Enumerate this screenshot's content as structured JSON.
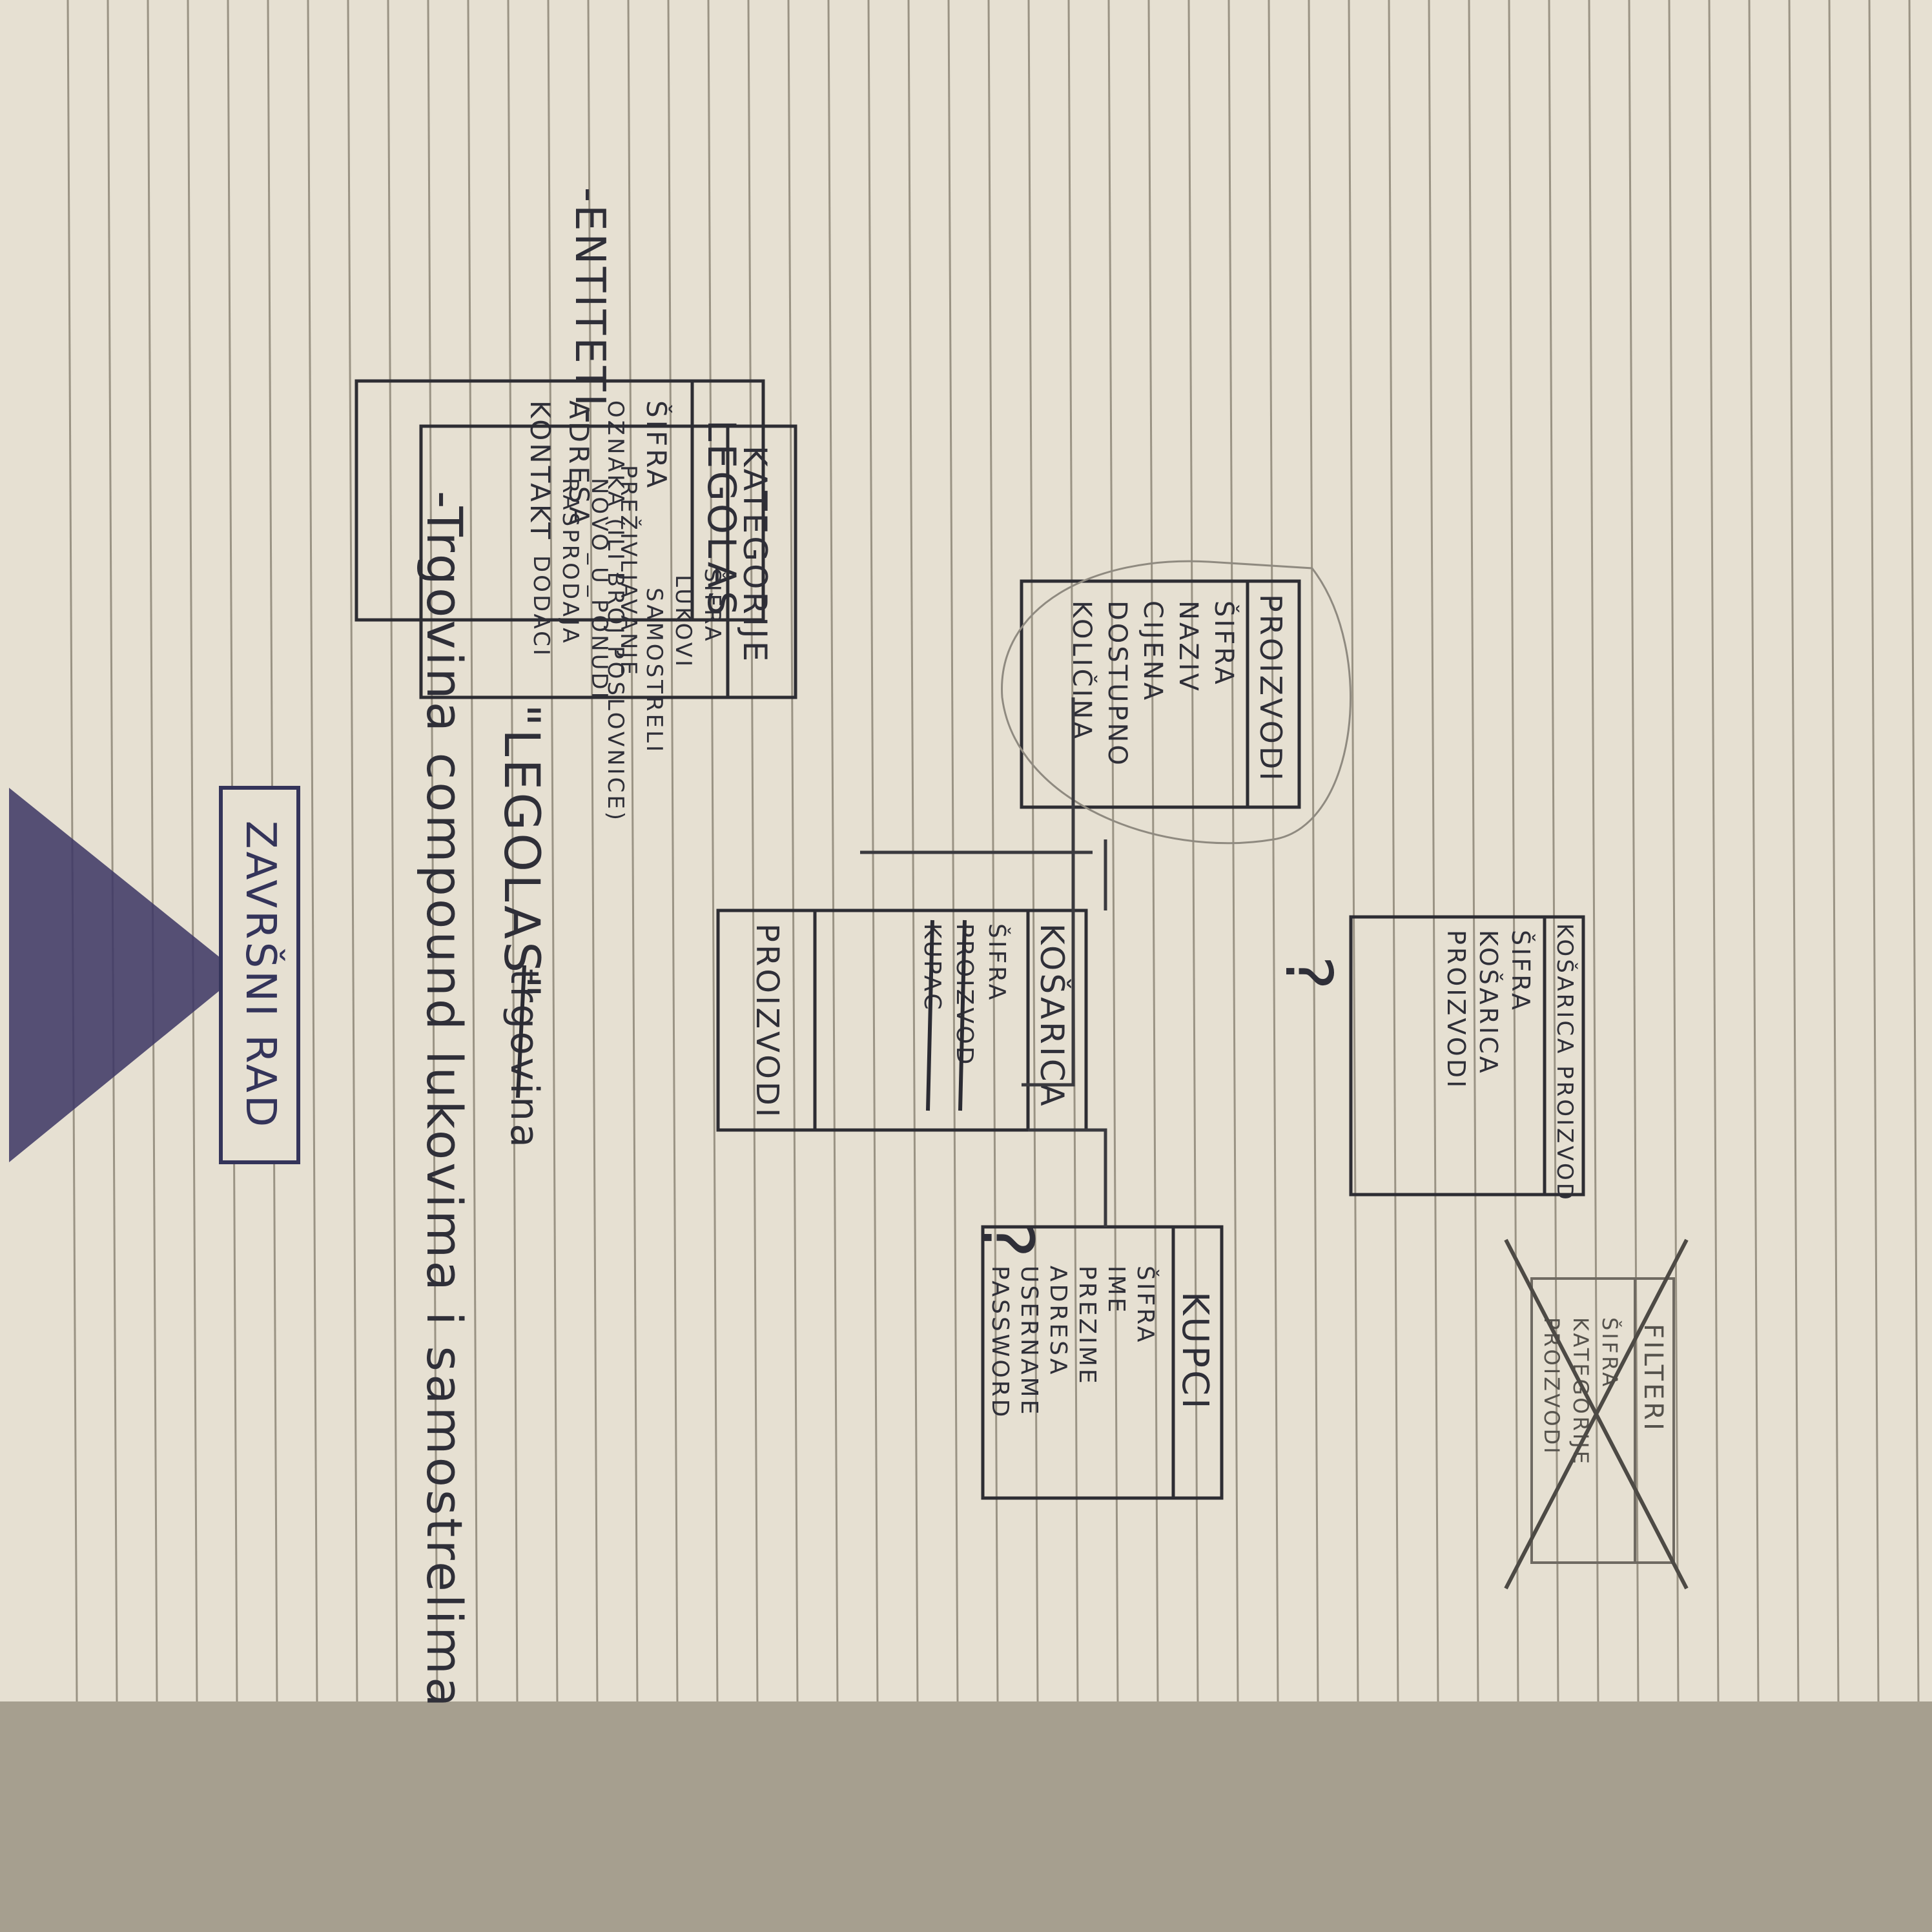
{
  "page": {
    "title_box_text": "ZAVRŠNI RAD",
    "heading_line1": "-Trgovina compound lukovima i samostrelima",
    "heading_line2": "\"LEGOLAS\"",
    "heading_crossed": "trgovina",
    "section_label": "-ENTITETI-"
  },
  "entities": {
    "legolas": {
      "name": "LEGOLAS",
      "attributes": [
        "ŠIFRA",
        "OZNAKA (ILI BROJ POSLOVNICE)",
        "ADRESA",
        "KONTAKT"
      ],
      "note": "?"
    },
    "kategorije": {
      "name": "KATEGORIJE",
      "attributes": [
        "ŠIFRA",
        "LUKOVI",
        "SAMOSTRELI",
        "PREŽIVLJAVANJE",
        "NOVO_U_PONUDI",
        "RASPRODAJA",
        "DODACI"
      ]
    },
    "kosarica": {
      "name": "KOŠARICA",
      "attributes": [
        "ŠIFRA",
        "PROIZVOD",
        "KUPAC",
        "PROIZVODI"
      ],
      "extra_label": "PROIZVODI"
    },
    "proizvodi": {
      "name": "PROIZVODI",
      "attributes": [
        "ŠIFRA",
        "NAZIV",
        "CIJENA",
        "DOSTUPNO",
        "KOLIČINA"
      ]
    },
    "kosarica_proizvodi": {
      "name": "KOŠARICA PROIZVOD",
      "attributes": [
        "ŠIFRA",
        "KOŠARICA",
        "PROIZVODI"
      ],
      "note": "?"
    },
    "kupci": {
      "name": "KUPCI",
      "attributes": [
        "ŠIFRA",
        "IME",
        "PREZIME",
        "ADRESA",
        "USERNAME",
        "PASSWORD"
      ]
    },
    "filteri": {
      "name": "FILTERI",
      "attributes": [
        "ŠIFRA",
        "KATEGORIJE",
        "PROIZVODI"
      ],
      "crossed_out": true
    }
  },
  "colors": {
    "paper": "#e6e0d2",
    "ink": "#2f2f38",
    "blue_ink": "#34345a",
    "pencil": "#8f8a80",
    "rule_line": "#9a9384"
  }
}
